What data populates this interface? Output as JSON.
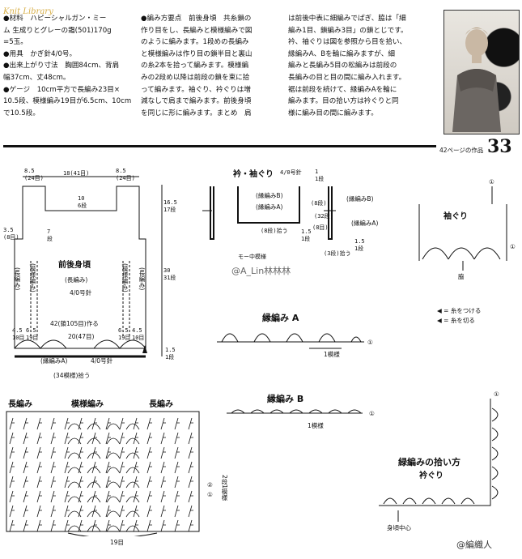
{
  "header": {
    "brand": "Knit Library",
    "materials_lines": [
      "●材料　ハピーシャルガン・ミー",
      "ム 生成りとグレーの霜(501)170g",
      "=5玉。",
      "●用具　かぎ針4/0号。",
      "●出来上がり寸法　胸囲84cm、背肩",
      "幅37cm、丈48cm。",
      "●ゲージ　10cm平方で長編み23目×",
      "10.5段、模様編み19目が6.5cm、10cm",
      "で10.5段。"
    ],
    "points_lines": [
      "●編み方要点　前後身頃　共糸鎖の",
      "作り目をし、長編みと模様編みで図",
      "のように編みます。1段めの長編み",
      "と模様編みは作り目の鎖半目と裏山",
      "の糸2本を拾って編みます。模様編",
      "みの2段め以降は前段の鎖を束に拾",
      "って編みます。袖ぐり、衿ぐりは増",
      "減なしで肩まで編みます。前後身頃",
      "を同じに形に編みます。まとめ　肩"
    ],
    "finish_lines": [
      "は前後中表に細編みでぱぎ、脇は「細",
      "編み1目、鎖編み3目」の鎖とじです。",
      "衿、袖ぐりは図を参照から目を拾い、",
      "縁編みA、Bを輪に編みますが、細",
      "編みと長編み5目の松編みは前段の",
      "長編みの目と目の間に編み入れます。",
      "裾は前段を続けて、縁編みAを輪に",
      "編みます。目の拾い方は衿ぐりと同",
      "様に編み目の間に編みます。"
    ],
    "page_ref": "42ページの作品",
    "page_number": "33"
  },
  "body_diagram": {
    "shoulder_left": "8.5\n(24目)",
    "neck_width": "18(41目)",
    "shoulder_right": "8.5\n(24目)",
    "neck_depth": "10\n6段",
    "armhole_depth": "16.5\n17段",
    "side_top": "3.5\n(8目)",
    "armhole_start": "7\n段",
    "total_height": "30\n31段",
    "title": "前後身頃",
    "stitch": "(長編み)",
    "hook": "4/0号針",
    "pattern_label": "(模様編み)",
    "long_label": "(長編み)",
    "chain_caption": "42(鎖105目)作る",
    "inner_width": "20(47目)",
    "bottom_parts": [
      "4.5\n10目",
      "6.5\n19目",
      "6.5\n19目",
      "4.5\n10目"
    ],
    "hem_label": "(縁編みA)",
    "hem_hook": "4/0号針",
    "pickup": "(34模様)拾う",
    "hem_height": "1.5\n1段"
  },
  "neck_diagram": {
    "title": "衿・袖ぐり",
    "hook": "4/0号針",
    "b_left": "(縁編みB)",
    "a_left": "(縁編みA)",
    "b_right": "(縁編みB)",
    "a_right": "(縁編みA)",
    "top_pick": "1\n1段",
    "pick_8": "(8段)",
    "pick_32": "(32段)",
    "pick_8b": "(8目)",
    "left_pick": "(8段)拾う",
    "right_pick": "(3段)拾う",
    "right_h": "1.5\n1段",
    "right_h2": "1.5\n1段",
    "center": "モー中模様",
    "watermark": "@A_Lin林林林"
  },
  "sleeve_chart": {
    "title": "袖ぐり",
    "bottom": "脇",
    "mark1": "①",
    "mark2": "①"
  },
  "legend": {
    "attach": "◀ = 糸をつける",
    "cut": "◀ = 糸を切る"
  },
  "edge_a": {
    "title": "縁編み A",
    "repeat": "1模様",
    "mark": "①"
  },
  "edge_b": {
    "title": "縁編み B",
    "repeat": "1模様",
    "mark": "①"
  },
  "stitch_chart": {
    "h1": "長編み",
    "h2": "模様編み",
    "h3": "長編み",
    "repeat": "2段1模様",
    "mark2": "②",
    "mark1": "①",
    "width": "19目"
  },
  "pickup_chart": {
    "title": "緑編みの拾い方",
    "subtitle": "衿ぐり",
    "bottom": "身頃中心",
    "mark": "①"
  },
  "footer": {
    "watermark": "@編織人"
  }
}
